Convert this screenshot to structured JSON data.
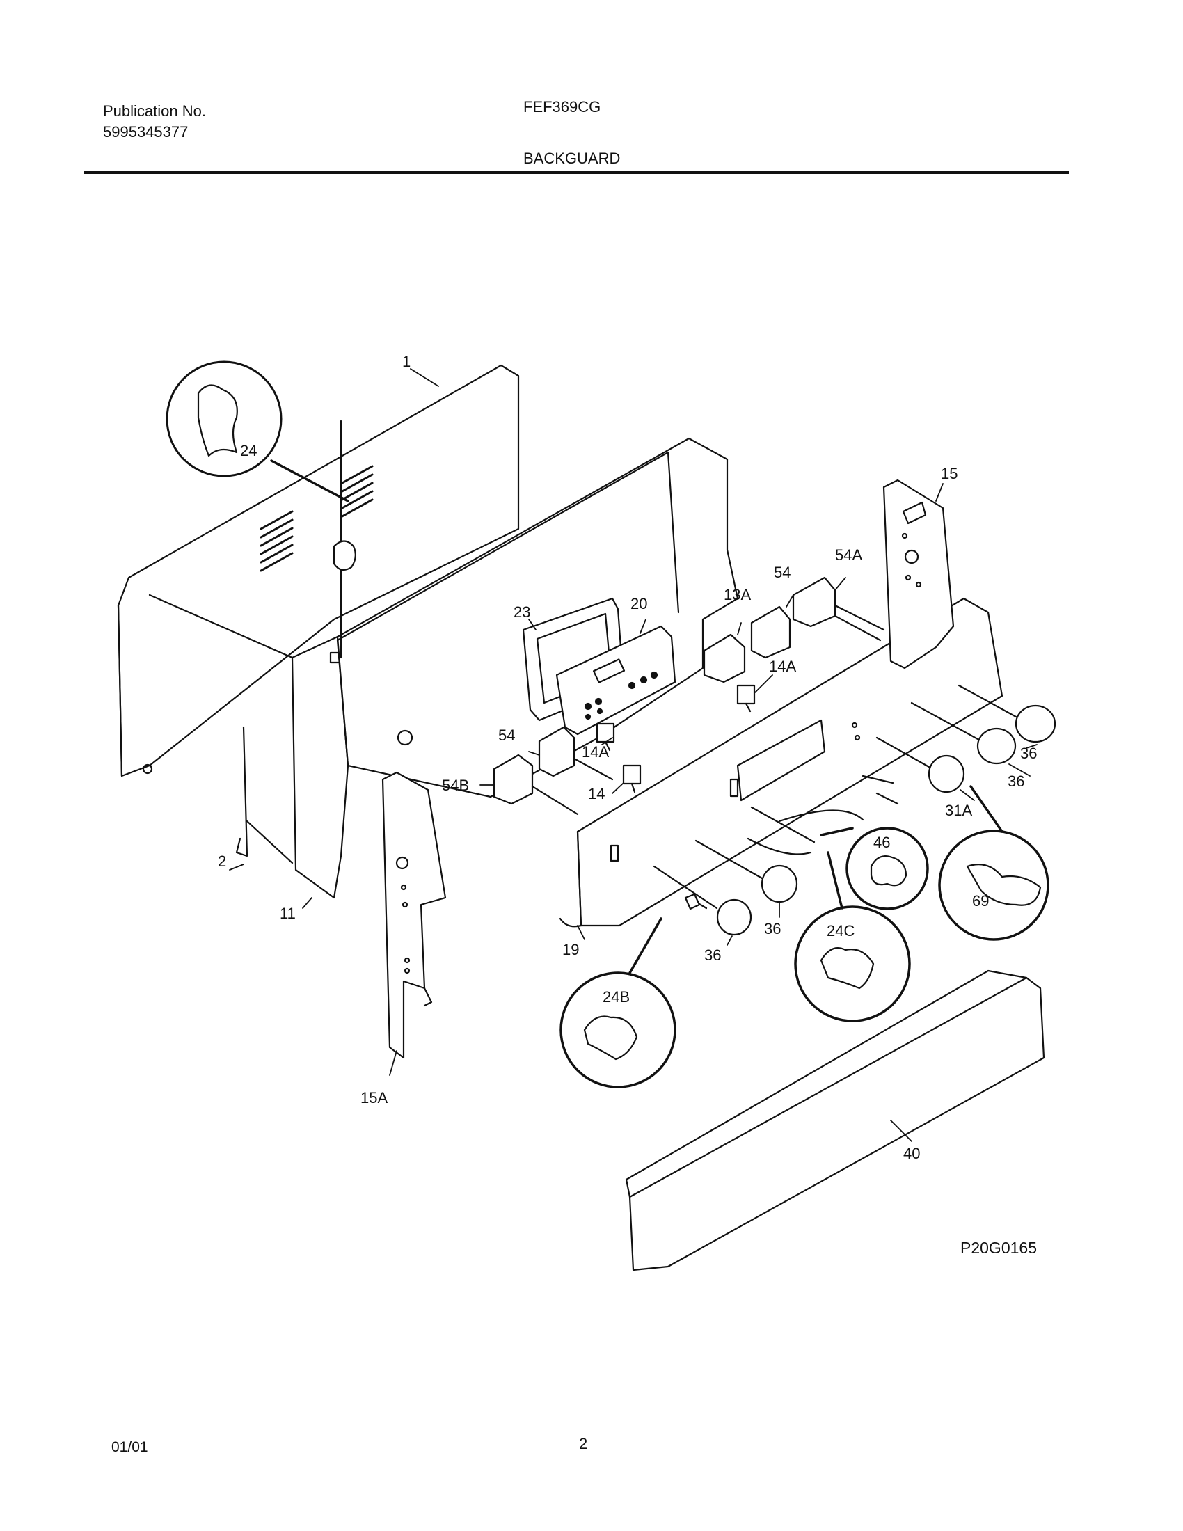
{
  "header": {
    "publication_label": "Publication No.",
    "publication_number": "5995345377",
    "model": "FEF369CG",
    "section": "BACKGUARD"
  },
  "callouts": [
    {
      "id": "c1",
      "label": "1"
    },
    {
      "id": "c24",
      "label": "24"
    },
    {
      "id": "c15",
      "label": "15"
    },
    {
      "id": "c54A",
      "label": "54A"
    },
    {
      "id": "c54",
      "label": "54"
    },
    {
      "id": "c13A",
      "label": "13A"
    },
    {
      "id": "c23",
      "label": "23"
    },
    {
      "id": "c20",
      "label": "20"
    },
    {
      "id": "c14A_a",
      "label": "14A"
    },
    {
      "id": "c14A_b",
      "label": "14A"
    },
    {
      "id": "c54_b",
      "label": "54"
    },
    {
      "id": "c54B",
      "label": "54B"
    },
    {
      "id": "c14",
      "label": "14"
    },
    {
      "id": "c36_a",
      "label": "36"
    },
    {
      "id": "c36_b",
      "label": "36"
    },
    {
      "id": "c31A",
      "label": "31A"
    },
    {
      "id": "c46",
      "label": "46"
    },
    {
      "id": "c69",
      "label": "69"
    },
    {
      "id": "c24C",
      "label": "24C"
    },
    {
      "id": "c36_c",
      "label": "36"
    },
    {
      "id": "c36_d",
      "label": "36"
    },
    {
      "id": "c24B",
      "label": "24B"
    },
    {
      "id": "c19",
      "label": "19"
    },
    {
      "id": "c2",
      "label": "2"
    },
    {
      "id": "c11",
      "label": "11"
    },
    {
      "id": "c15A",
      "label": "15A"
    },
    {
      "id": "c40",
      "label": "40"
    }
  ],
  "figure_id": "P20G0165",
  "footer": {
    "date": "01/01",
    "page": "2"
  }
}
